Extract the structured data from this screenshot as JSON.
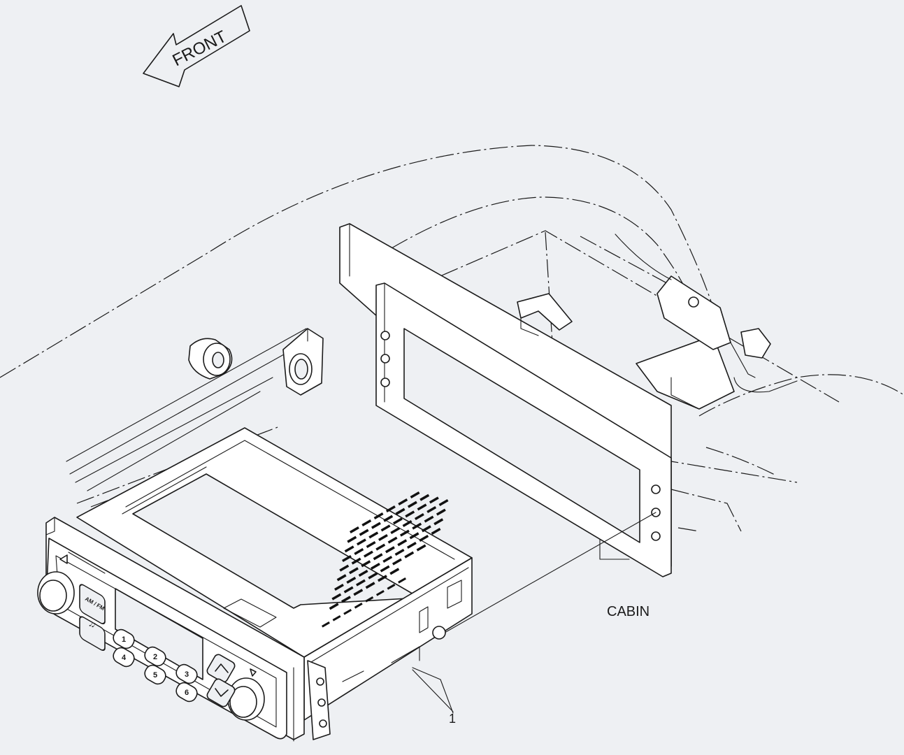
{
  "labels": {
    "front": "FRONT",
    "cabin": "CABIN",
    "callout_1": "1"
  },
  "radio": {
    "band_button": "AM / FM",
    "music_icon": "music-note-icon",
    "preset_buttons": [
      "1",
      "2",
      "3",
      "4",
      "5",
      "6"
    ]
  },
  "colors": {
    "background": "#eef0f3",
    "line": "#1b1b1b"
  }
}
